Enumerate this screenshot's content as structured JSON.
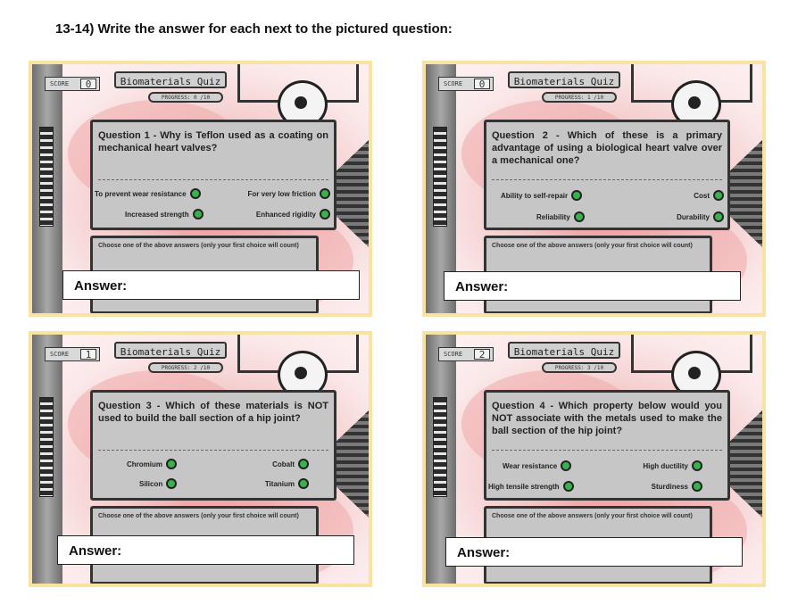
{
  "page": {
    "heading": "13-14) Write the answer for each next to the pictured question:"
  },
  "panels": [
    {
      "title": "Biomaterials Quiz",
      "score_label": "SCORE",
      "score": "0",
      "progress": "PROGRESS: 0 /10",
      "question": "Question 1 - Why is Teflon used as a coating on mechanical heart valves?",
      "options": [
        "To prevent wear resistance",
        "For very low friction",
        "Increased strength",
        "Enhanced rigidity"
      ],
      "instruction": "Choose one of the above answers (only your first choice will count)",
      "answer_label": "Answer:"
    },
    {
      "title": "Biomaterials Quiz",
      "score_label": "SCORE",
      "score": "0",
      "progress": "PROGRESS: 1 /10",
      "question": "Question 2 - Which of these is a primary advantage of using a biological heart valve over a mechanical one?",
      "options": [
        "Ability to self-repair",
        "Cost",
        "Reliability",
        "Durability"
      ],
      "instruction": "Choose one of the above answers (only your first choice will count)",
      "answer_label": "Answer:"
    },
    {
      "title": "Biomaterials Quiz",
      "score_label": "SCORE",
      "score": "1",
      "progress": "PROGRESS: 2 /10",
      "question": "Question 3 - Which of these materials is NOT used to build the ball section of a hip joint?",
      "options": [
        "Chromium",
        "Cobalt",
        "Silicon",
        "Titanium"
      ],
      "instruction": "Choose one of the above answers (only your first choice will count)",
      "answer_label": "Answer:"
    },
    {
      "title": "Biomaterials Quiz",
      "score_label": "SCORE",
      "score": "2",
      "progress": "PROGRESS: 3 /10",
      "question": "Question 4 - Which property below would you NOT associate with the metals used to make the ball section of the hip joint?",
      "options": [
        "Wear resistance",
        "High ductility",
        "High tensile strength",
        "Sturdiness"
      ],
      "instruction": "Choose one of the above answers (only your first choice will count)",
      "answer_label": "Answer:"
    }
  ],
  "colors": {
    "panel_border": "#f9e3a3",
    "card": "#c6c6c6",
    "radio": "#38b24a"
  }
}
